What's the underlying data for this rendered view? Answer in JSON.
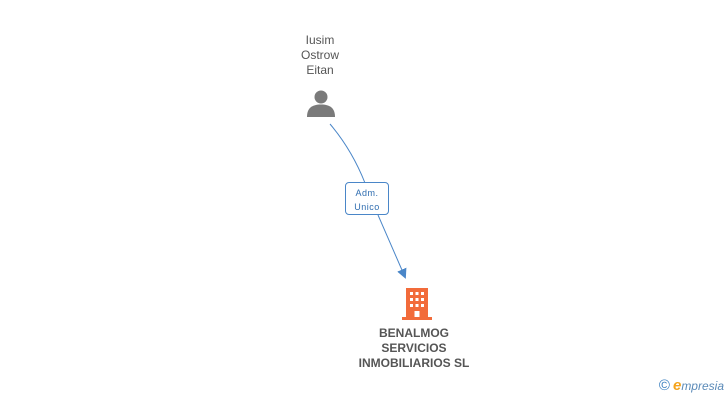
{
  "person": {
    "name_lines": [
      "Iusim",
      "Ostrow",
      "Eitan"
    ],
    "icon": "person-icon"
  },
  "company": {
    "name_lines": [
      "BENALMOG",
      "SERVICIOS",
      "INMOBILIARIOS SL"
    ],
    "icon": "building-icon"
  },
  "relation": {
    "role_lines": [
      "Adm.",
      "Unico"
    ]
  },
  "brand": {
    "copyright_symbol": "©",
    "logo_initial": "e",
    "logo_rest": "mpresia"
  },
  "colors": {
    "person_icon": "#7a7a7a",
    "company_icon": "#f26b3a",
    "edge": "#4a86c8",
    "text": "#555555"
  }
}
